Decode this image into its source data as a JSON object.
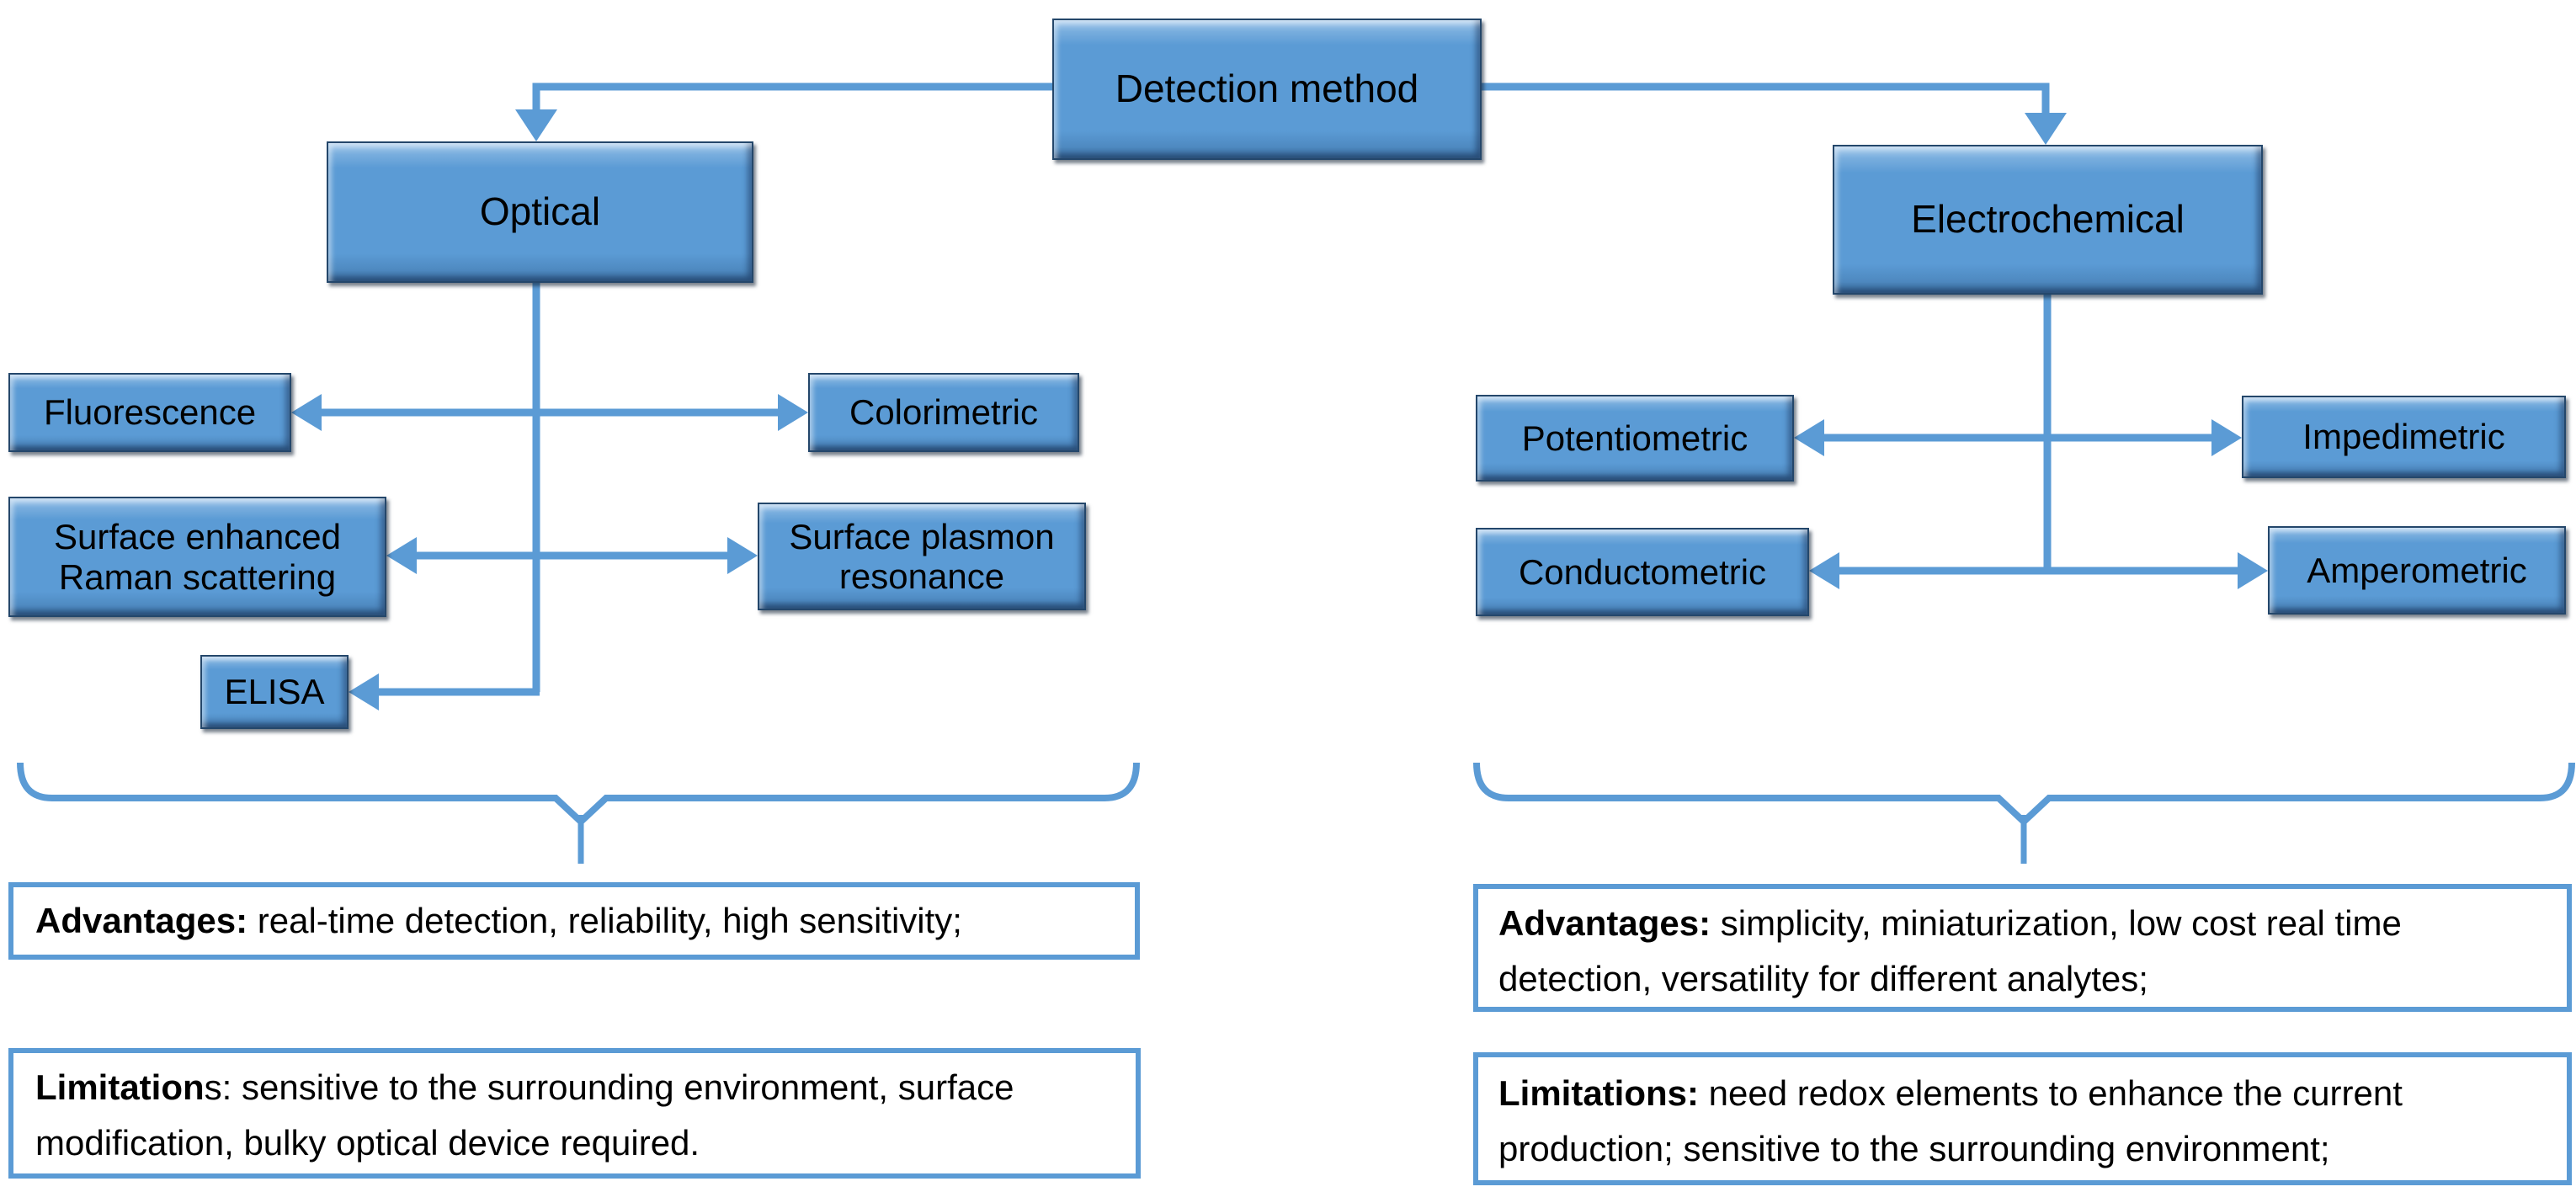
{
  "colors": {
    "accent": "#5b9bd5",
    "node_fill": "#5b9bd5",
    "node_border_dark": "#24476b",
    "text": "#000000"
  },
  "root": {
    "label": "Detection method"
  },
  "optical": {
    "label": "Optical",
    "methods": {
      "fluorescence": "Fluorescence",
      "colorimetric": "Colorimetric",
      "sers": "Surface enhanced Raman scattering",
      "spr": "Surface plasmon resonance",
      "elisa": "ELISA"
    },
    "advantages": {
      "heading": "Advantages: ",
      "text": "real-time detection, reliability, high sensitivity;"
    },
    "limitations": {
      "heading": "Limitation",
      "text": "s: sensitive to the surrounding environment, surface modification, bulky optical device required."
    }
  },
  "electrochemical": {
    "label": "Electrochemical",
    "methods": {
      "potentiometric": "Potentiometric",
      "impedimetric": "Impedimetric",
      "conductometric": "Conductometric",
      "amperometric": "Amperometric"
    },
    "advantages": {
      "heading": "Advantages: ",
      "text": "simplicity, miniaturization, low cost real time detection, versatility for different analytes;"
    },
    "limitations": {
      "heading": "Limitations: ",
      "text": "need redox elements to enhance the current production; sensitive to the surrounding environment;"
    }
  }
}
